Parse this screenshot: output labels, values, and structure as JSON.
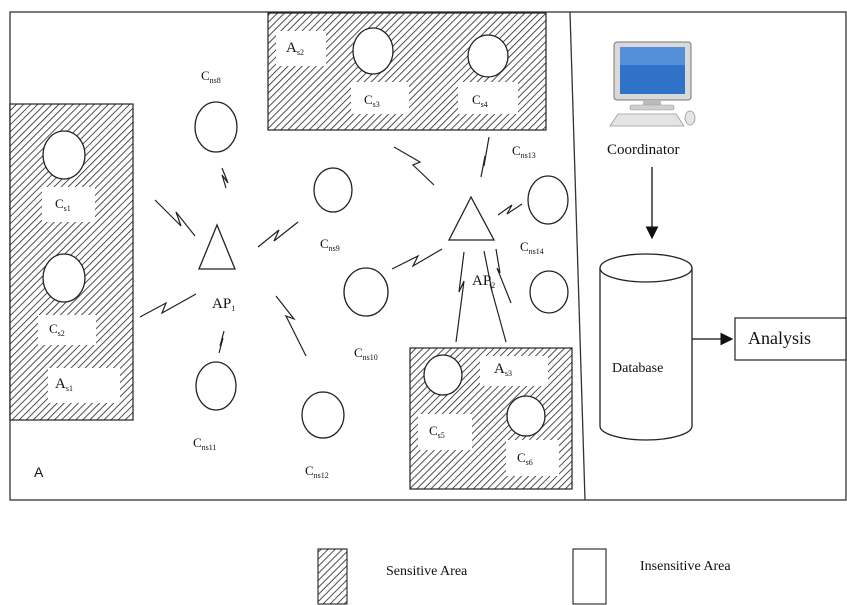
{
  "areas": {
    "outer": "A",
    "sensitive_1": {
      "base": "A",
      "sub": "s1"
    },
    "sensitive_2": {
      "base": "A",
      "sub": "s2"
    },
    "sensitive_3": {
      "base": "A",
      "sub": "s3"
    }
  },
  "nodes": {
    "cs1": {
      "base": "C",
      "sub": "s1"
    },
    "cs2": {
      "base": "C",
      "sub": "s2"
    },
    "cs3": {
      "base": "C",
      "sub": "s3"
    },
    "cs4": {
      "base": "C",
      "sub": "s4"
    },
    "cs5": {
      "base": "C",
      "sub": "s5"
    },
    "cs6": {
      "base": "C",
      "sub": "s6"
    },
    "cns8": {
      "base": "C",
      "sub": "ns8"
    },
    "cns9": {
      "base": "C",
      "sub": "ns9"
    },
    "cns10": {
      "base": "C",
      "sub": "ns10"
    },
    "cns11": {
      "base": "C",
      "sub": "ns11"
    },
    "cns12": {
      "base": "C",
      "sub": "ns12"
    },
    "cns13": {
      "base": "C",
      "sub": "ns13"
    },
    "cns14": {
      "base": "C",
      "sub": "ns14"
    }
  },
  "access_points": {
    "ap1": {
      "base": "AP",
      "sub": "1"
    },
    "ap2": {
      "base": "AP",
      "sub": "2"
    }
  },
  "right_panel": {
    "coordinator": "Coordinator",
    "database": "Database",
    "analysis": "Analysis"
  },
  "legend": {
    "sensitive": "Sensitive Area",
    "insensitive": "Insensitive Area"
  },
  "icons": [
    "computer-icon",
    "database-cylinder-icon",
    "access-point-triangle-icon",
    "wireless-link-icon"
  ]
}
